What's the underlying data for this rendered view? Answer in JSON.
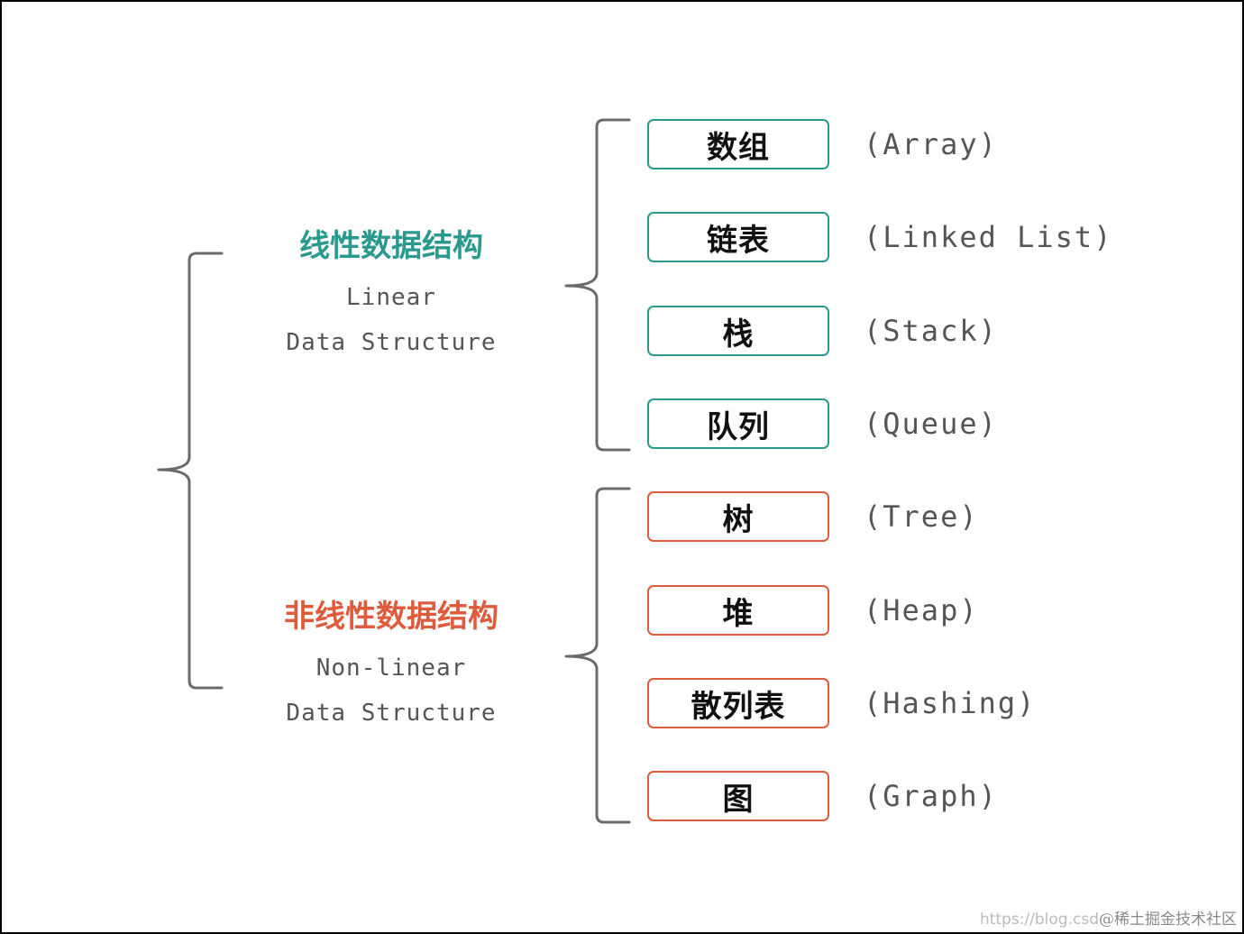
{
  "linear": {
    "title_zh": "线性数据结构",
    "title_en_1": "Linear",
    "title_en_2": "Data Structure",
    "color": "#2a9a8c",
    "items": [
      {
        "zh": "数组",
        "en": "(Array)"
      },
      {
        "zh": "链表",
        "en": "(Linked List)"
      },
      {
        "zh": "栈",
        "en": "(Stack)"
      },
      {
        "zh": "队列",
        "en": "(Queue)"
      }
    ]
  },
  "nonlinear": {
    "title_zh": "非线性数据结构",
    "title_en_1": "Non-linear",
    "title_en_2": "Data Structure",
    "color": "#de5b3c",
    "items": [
      {
        "zh": "树",
        "en": "(Tree)"
      },
      {
        "zh": "堆",
        "en": "(Heap)"
      },
      {
        "zh": "散列表",
        "en": "(Hashing)"
      },
      {
        "zh": "图",
        "en": "(Graph)"
      }
    ]
  },
  "colors": {
    "brace": "#6b6b6b",
    "english_text": "#555555",
    "box_text": "#111111"
  },
  "watermark": {
    "url_text": "https://blog.csd",
    "brand_text": "@稀土掘金技术社区"
  }
}
